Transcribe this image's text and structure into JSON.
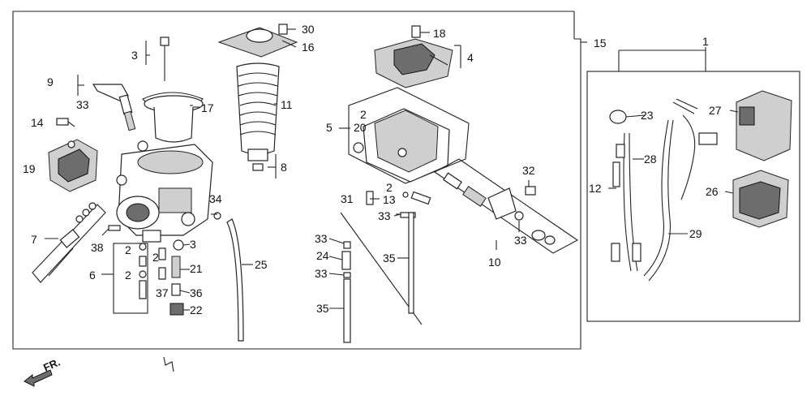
{
  "direction_label": "FR.",
  "callouts": [
    {
      "id": "c1",
      "text": "1"
    },
    {
      "id": "c2a",
      "text": "2"
    },
    {
      "id": "c2b",
      "text": "2"
    },
    {
      "id": "c2c",
      "text": "2"
    },
    {
      "id": "c2d",
      "text": "2"
    },
    {
      "id": "c2e",
      "text": "2"
    },
    {
      "id": "c3a",
      "text": "3"
    },
    {
      "id": "c3b",
      "text": "3"
    },
    {
      "id": "c4",
      "text": "4"
    },
    {
      "id": "c5",
      "text": "5"
    },
    {
      "id": "c6",
      "text": "6"
    },
    {
      "id": "c7",
      "text": "7"
    },
    {
      "id": "c8",
      "text": "8"
    },
    {
      "id": "c9",
      "text": "9"
    },
    {
      "id": "c10",
      "text": "10"
    },
    {
      "id": "c11",
      "text": "11"
    },
    {
      "id": "c12",
      "text": "12"
    },
    {
      "id": "c13",
      "text": "13"
    },
    {
      "id": "c14",
      "text": "14"
    },
    {
      "id": "c15",
      "text": "15"
    },
    {
      "id": "c16",
      "text": "16"
    },
    {
      "id": "c17",
      "text": "17"
    },
    {
      "id": "c18",
      "text": "18"
    },
    {
      "id": "c19",
      "text": "19"
    },
    {
      "id": "c20",
      "text": "20"
    },
    {
      "id": "c21",
      "text": "21"
    },
    {
      "id": "c22",
      "text": "22"
    },
    {
      "id": "c23",
      "text": "23"
    },
    {
      "id": "c24",
      "text": "24"
    },
    {
      "id": "c25",
      "text": "25"
    },
    {
      "id": "c26",
      "text": "26"
    },
    {
      "id": "c27",
      "text": "27"
    },
    {
      "id": "c28",
      "text": "28"
    },
    {
      "id": "c29",
      "text": "29"
    },
    {
      "id": "c30",
      "text": "30"
    },
    {
      "id": "c31",
      "text": "31"
    },
    {
      "id": "c32",
      "text": "32"
    },
    {
      "id": "c33a",
      "text": "33"
    },
    {
      "id": "c33b",
      "text": "33"
    },
    {
      "id": "c33c",
      "text": "33"
    },
    {
      "id": "c33d",
      "text": "33"
    },
    {
      "id": "c33e",
      "text": "33"
    },
    {
      "id": "c34",
      "text": "34"
    },
    {
      "id": "c35a",
      "text": "35"
    },
    {
      "id": "c35b",
      "text": "35"
    },
    {
      "id": "c36",
      "text": "36"
    },
    {
      "id": "c37",
      "text": "37"
    },
    {
      "id": "c38",
      "text": "38"
    }
  ]
}
